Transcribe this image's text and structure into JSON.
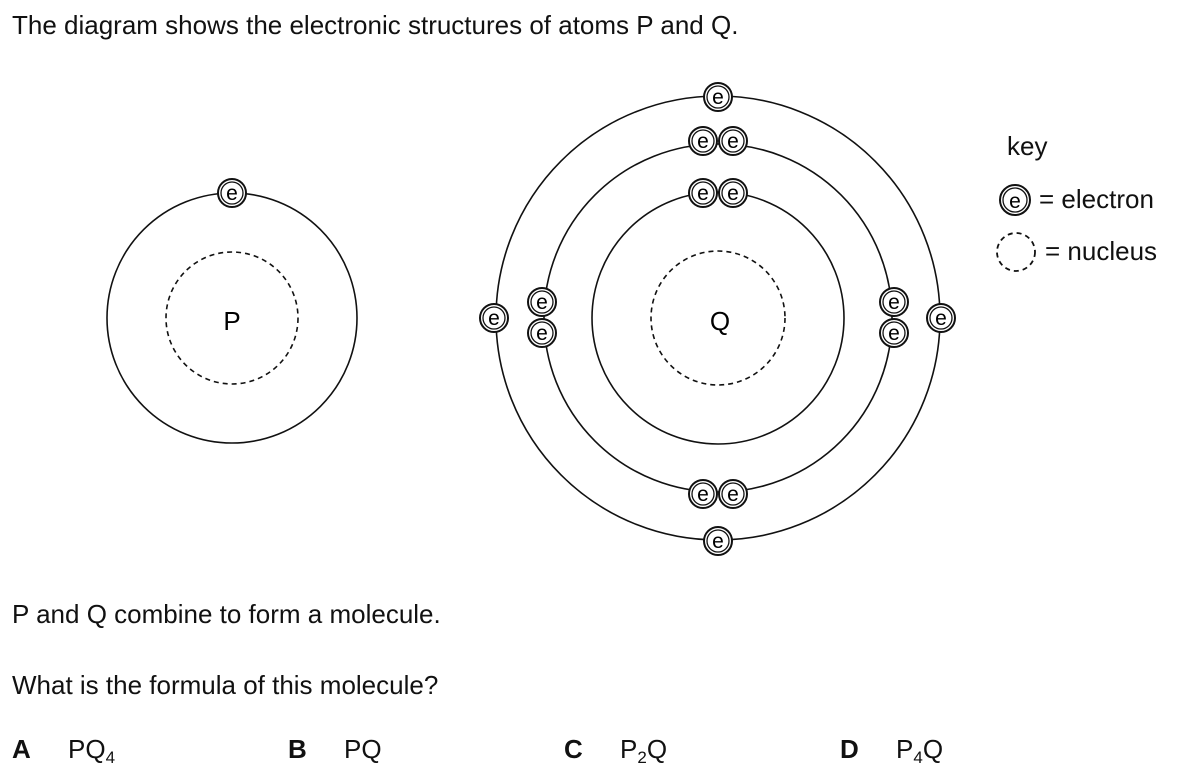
{
  "question": {
    "intro": "The diagram shows the electronic structures of atoms P and Q.",
    "combine": "P and Q combine to form a molecule.",
    "ask": "What is the formula of this molecule?"
  },
  "atoms": {
    "p_label": "P",
    "q_label": "Q",
    "electron_symbol": "e"
  },
  "key": {
    "title": "key",
    "electron": "= electron",
    "nucleus": "= nucleus"
  },
  "options": [
    {
      "letter": "A",
      "base": "PQ",
      "sub": "4",
      "tail": ""
    },
    {
      "letter": "B",
      "base": "PQ",
      "sub": "",
      "tail": ""
    },
    {
      "letter": "C",
      "base": "P",
      "sub": "2",
      "tail": "Q"
    },
    {
      "letter": "D",
      "base": "P",
      "sub": "4",
      "tail": "Q"
    }
  ]
}
